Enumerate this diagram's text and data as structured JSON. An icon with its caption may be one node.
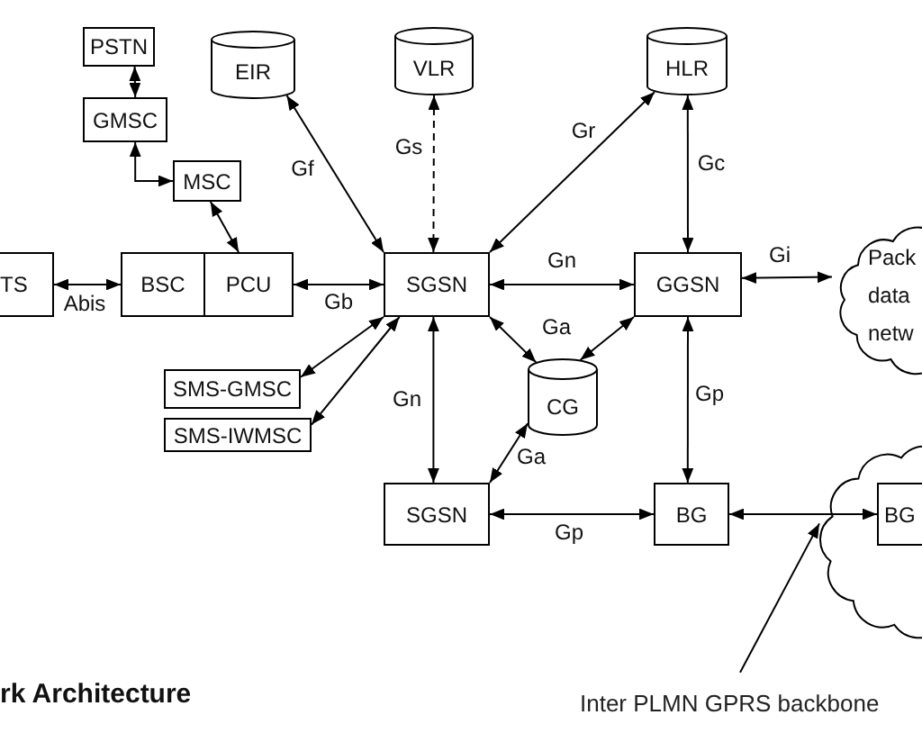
{
  "diagram": {
    "title": "rk Architecture",
    "nodes": [
      {
        "text": [
          "PSTN"
        ]
      },
      {
        "text": [
          "EIR"
        ]
      },
      {
        "text": [
          "VLR"
        ]
      },
      {
        "text": [
          "HLR"
        ]
      },
      {
        "text": [
          "GMSC"
        ]
      },
      {
        "text": [
          "MSC"
        ]
      },
      {
        "text": [
          "TS"
        ]
      },
      {
        "text": [
          "BSC"
        ]
      },
      {
        "text": [
          "PCU"
        ]
      },
      {
        "text": [
          "SGSN"
        ]
      },
      {
        "text": [
          "GGSN"
        ]
      },
      {
        "text": [
          "Pack data netw"
        ]
      },
      {
        "text": [
          "SMS-GMSC"
        ]
      },
      {
        "text": [
          "SMS-IWMSC"
        ]
      },
      {
        "text": [
          "CG"
        ]
      },
      {
        "text": [
          "SGSN"
        ]
      },
      {
        "text": [
          "BG"
        ]
      },
      {
        "text": [],
        "shape": "cloud"
      },
      {
        "text": [
          "BG"
        ],
        "in": 17
      },
      {
        "text": [
          "Inter PLMN GPRS backbone"
        ]
      }
    ],
    "edges": [
      {
        "from": 0,
        "to": 4,
        "arrow": "both"
      },
      {
        "from": 4,
        "to": 5,
        "arrow": "both"
      },
      {
        "from": 5,
        "to": 8,
        "arrow": "both"
      },
      {
        "from": 6,
        "to": 7,
        "arrow": "both",
        "label": "Abis"
      },
      {
        "from": 8,
        "to": 9,
        "arrow": "both",
        "label": "Gb"
      },
      {
        "from": 1,
        "to": 9,
        "arrow": "both",
        "label": "Gf"
      },
      {
        "from": 2,
        "to": 9,
        "arrow": "both",
        "label": "Gs",
        "style": "dashed"
      },
      {
        "from": 3,
        "to": 9,
        "arrow": "both",
        "label": "Gr"
      },
      {
        "from": 3,
        "to": 10,
        "arrow": "both",
        "label": "Gc"
      },
      {
        "from": 9,
        "to": 10,
        "arrow": "both",
        "label": "Gn"
      },
      {
        "from": 10,
        "to": 11,
        "arrow": "both",
        "label": "Gi"
      },
      {
        "from": 9,
        "to": 14,
        "arrow": "both",
        "label": "Ga"
      },
      {
        "from": 10,
        "to": 14,
        "arrow": "both"
      },
      {
        "from": 9,
        "to": 12,
        "arrow": "both"
      },
      {
        "from": 9,
        "to": 13,
        "arrow": "both"
      },
      {
        "from": 9,
        "to": 15,
        "arrow": "both",
        "label": "Gn"
      },
      {
        "from": 15,
        "to": 14,
        "arrow": "both",
        "label": "Ga"
      },
      {
        "from": 15,
        "to": 16,
        "arrow": "both",
        "label": "Gp"
      },
      {
        "from": 10,
        "to": 16,
        "arrow": "both",
        "label": "Gp"
      },
      {
        "from": 16,
        "to": 18,
        "arrow": "both"
      },
      {
        "from": 19,
        "to": 17,
        "arrow": "to"
      }
    ]
  }
}
